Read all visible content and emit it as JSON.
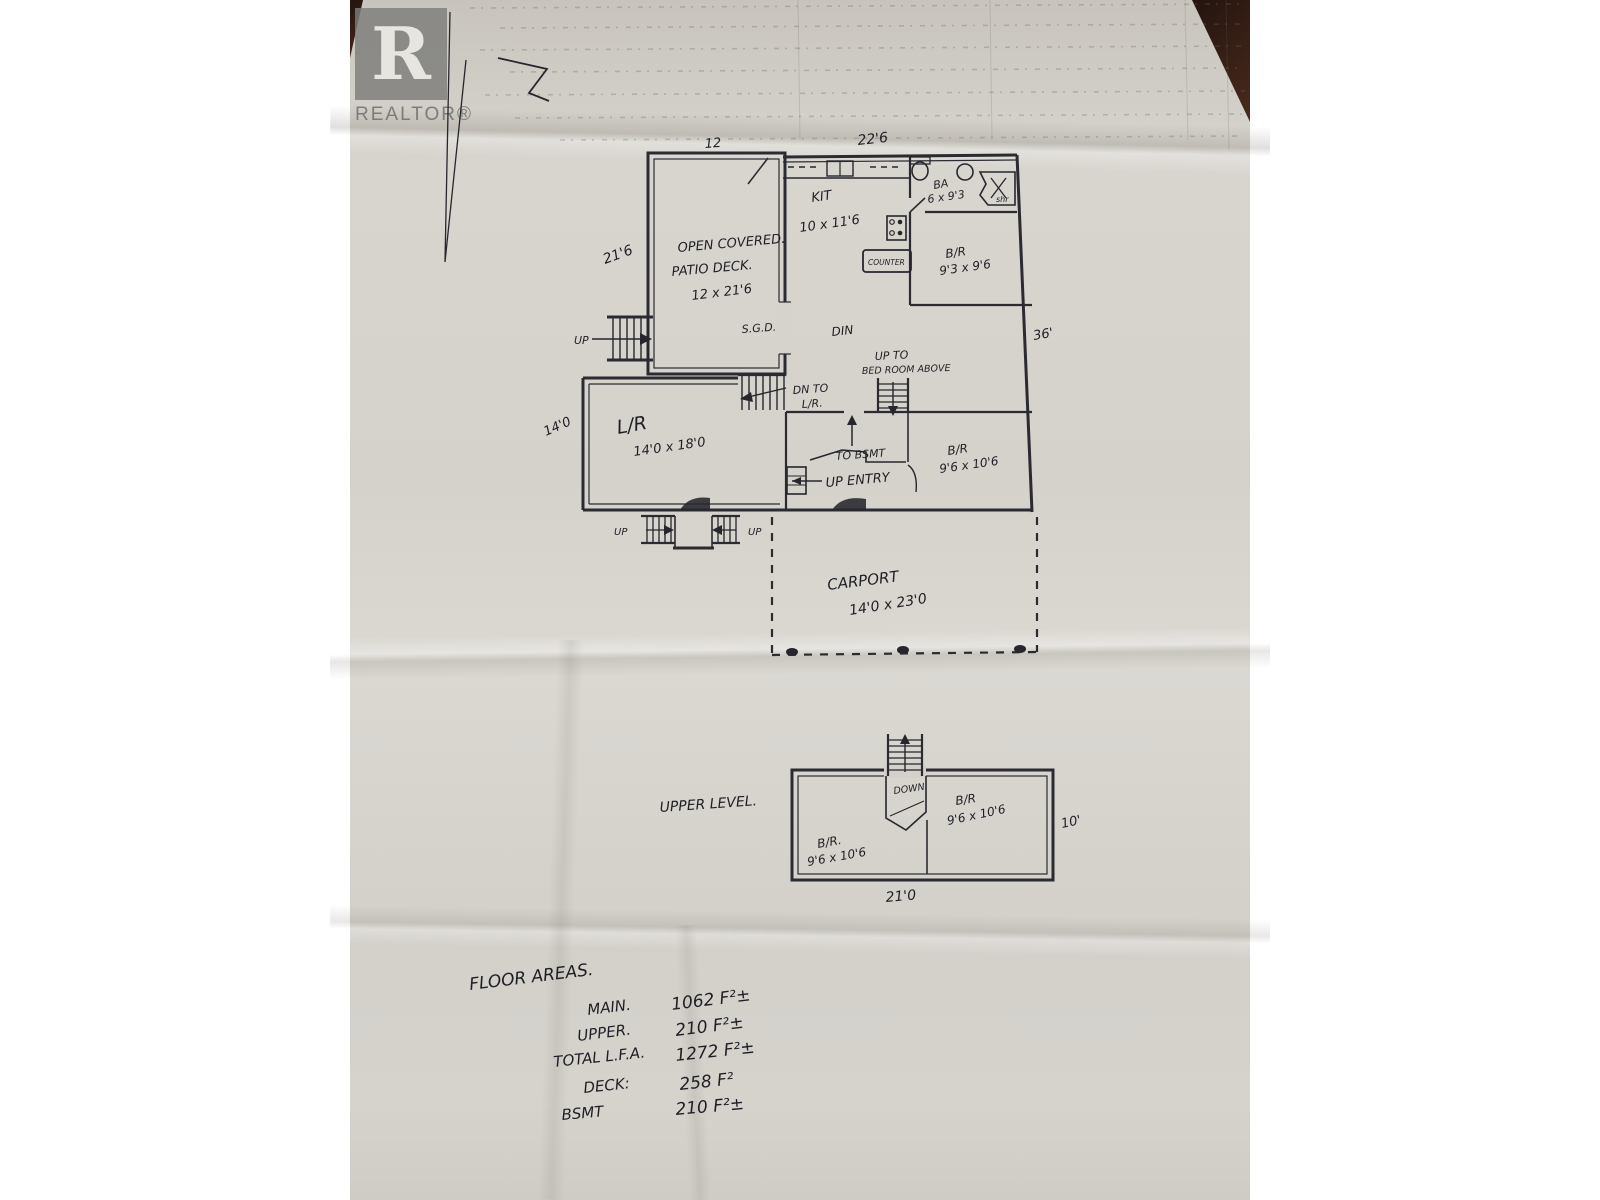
{
  "logo": {
    "letter": "R",
    "wordmark": "REALTOR®"
  },
  "plan": {
    "dims": {
      "top_left": "12",
      "top": "22'6",
      "patio_left": "21'6",
      "right": "36'",
      "lr_left": "14'0",
      "upper_right": "10'",
      "upper_bottom": "21'0"
    },
    "main": {
      "patio_line1": "OPEN COVERED.",
      "patio_line2": "PATIO DECK.",
      "patio_line3": "12 x 21'6",
      "kit_name": "KIT",
      "kit_size": "10 x 11'6",
      "bath_name": "BA",
      "bath_size": "6 x 9'3",
      "shower": "shr",
      "br1_name": "B/R",
      "br1_size": "9'3 x 9'6",
      "counter": "COUNTER",
      "dining": "DIN",
      "sgd": "S.G.D.",
      "up_patio": "UP",
      "dn_line1": "DN TO",
      "dn_line2": "L/R.",
      "upto_line1": "UP TO",
      "upto_line2": "BED ROOM ABOVE",
      "to_bsmt": "TO BSMT",
      "lr_name": "L/R",
      "lr_size": "14'0 x 18'0",
      "up_entry": "UP ENTRY",
      "br2_name": "B/R",
      "br2_size": "9'6 x 10'6",
      "up_left": "UP",
      "up_right": "UP"
    },
    "carport": {
      "name": "CARPORT",
      "size": "14'0 x 23'0"
    },
    "upper": {
      "label": "UPPER LEVEL.",
      "down": "DOWN",
      "brl_name": "B/R.",
      "brl_size": "9'6 x 10'6",
      "brr_name": "B/R",
      "brr_size": "9'6 x 10'6"
    }
  },
  "floor_areas": {
    "title": "FLOOR AREAS.",
    "rows": [
      {
        "label": "MAIN.",
        "value": "1062 F²±"
      },
      {
        "label": "UPPER.",
        "value": "210 F²±"
      },
      {
        "label": "TOTAL L.F.A.",
        "value": "1272 F²±"
      },
      {
        "label": "DECK:",
        "value": "258 F²"
      },
      {
        "label": "BSMT",
        "value": "210 F²±"
      }
    ]
  }
}
